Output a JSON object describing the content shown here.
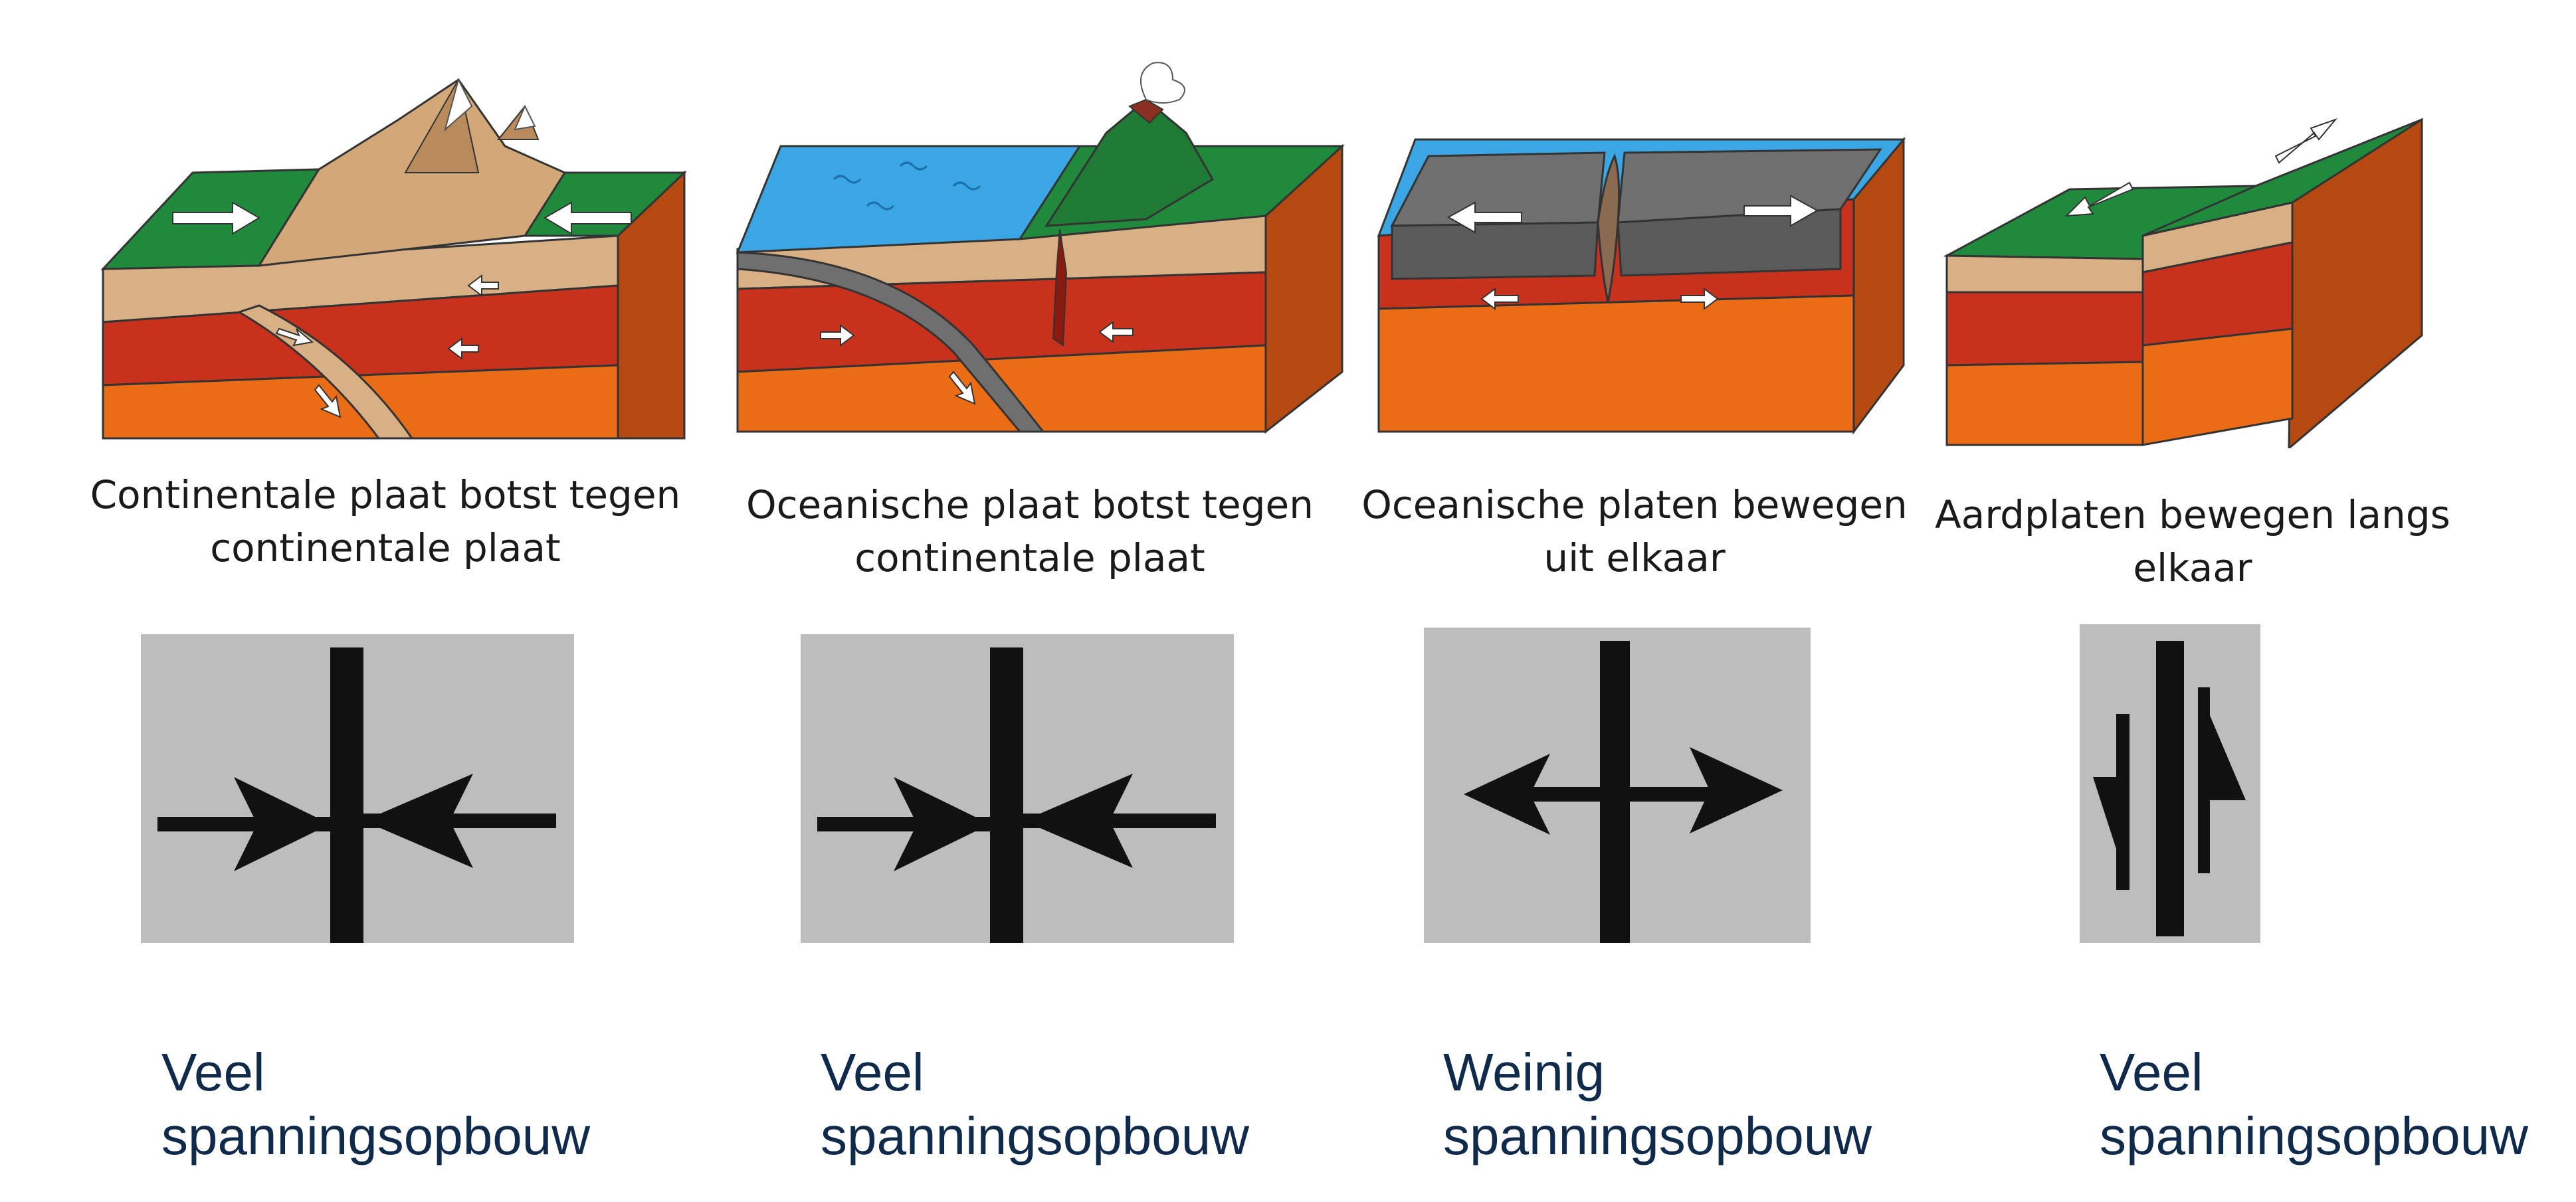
{
  "colors": {
    "green": "#1f8a3b",
    "tan": "#d8b084",
    "red": "#c8311c",
    "orange": "#ea6c14",
    "ocean": "#3aa6e4",
    "gray_plate": "#6f6f6f",
    "symbol_bg": "#bdbdbd",
    "label_text": "#0f2a4a"
  },
  "panels": [
    {
      "caption_line1": "Continentale plaat botst tegen",
      "caption_line2": "continentale plaat",
      "symbol": "converging-arrows-icon",
      "stress_line1": "Veel",
      "stress_line2": "spanningsopbouw"
    },
    {
      "caption_line1": "Oceanische plaat botst tegen",
      "caption_line2": "continentale plaat",
      "symbol": "converging-arrows-icon",
      "stress_line1": "Veel",
      "stress_line2": "spanningsopbouw"
    },
    {
      "caption_line1": "Oceanische platen bewegen",
      "caption_line2": "uit elkaar",
      "symbol": "diverging-arrows-icon",
      "stress_line1": "Weinig",
      "stress_line2": "spanningsopbouw"
    },
    {
      "caption_line1": "Aardplaten bewegen langs",
      "caption_line2": "elkaar",
      "symbol": "transform-arrows-icon",
      "stress_line1": "Veel",
      "stress_line2": "spanningsopbouw"
    }
  ]
}
